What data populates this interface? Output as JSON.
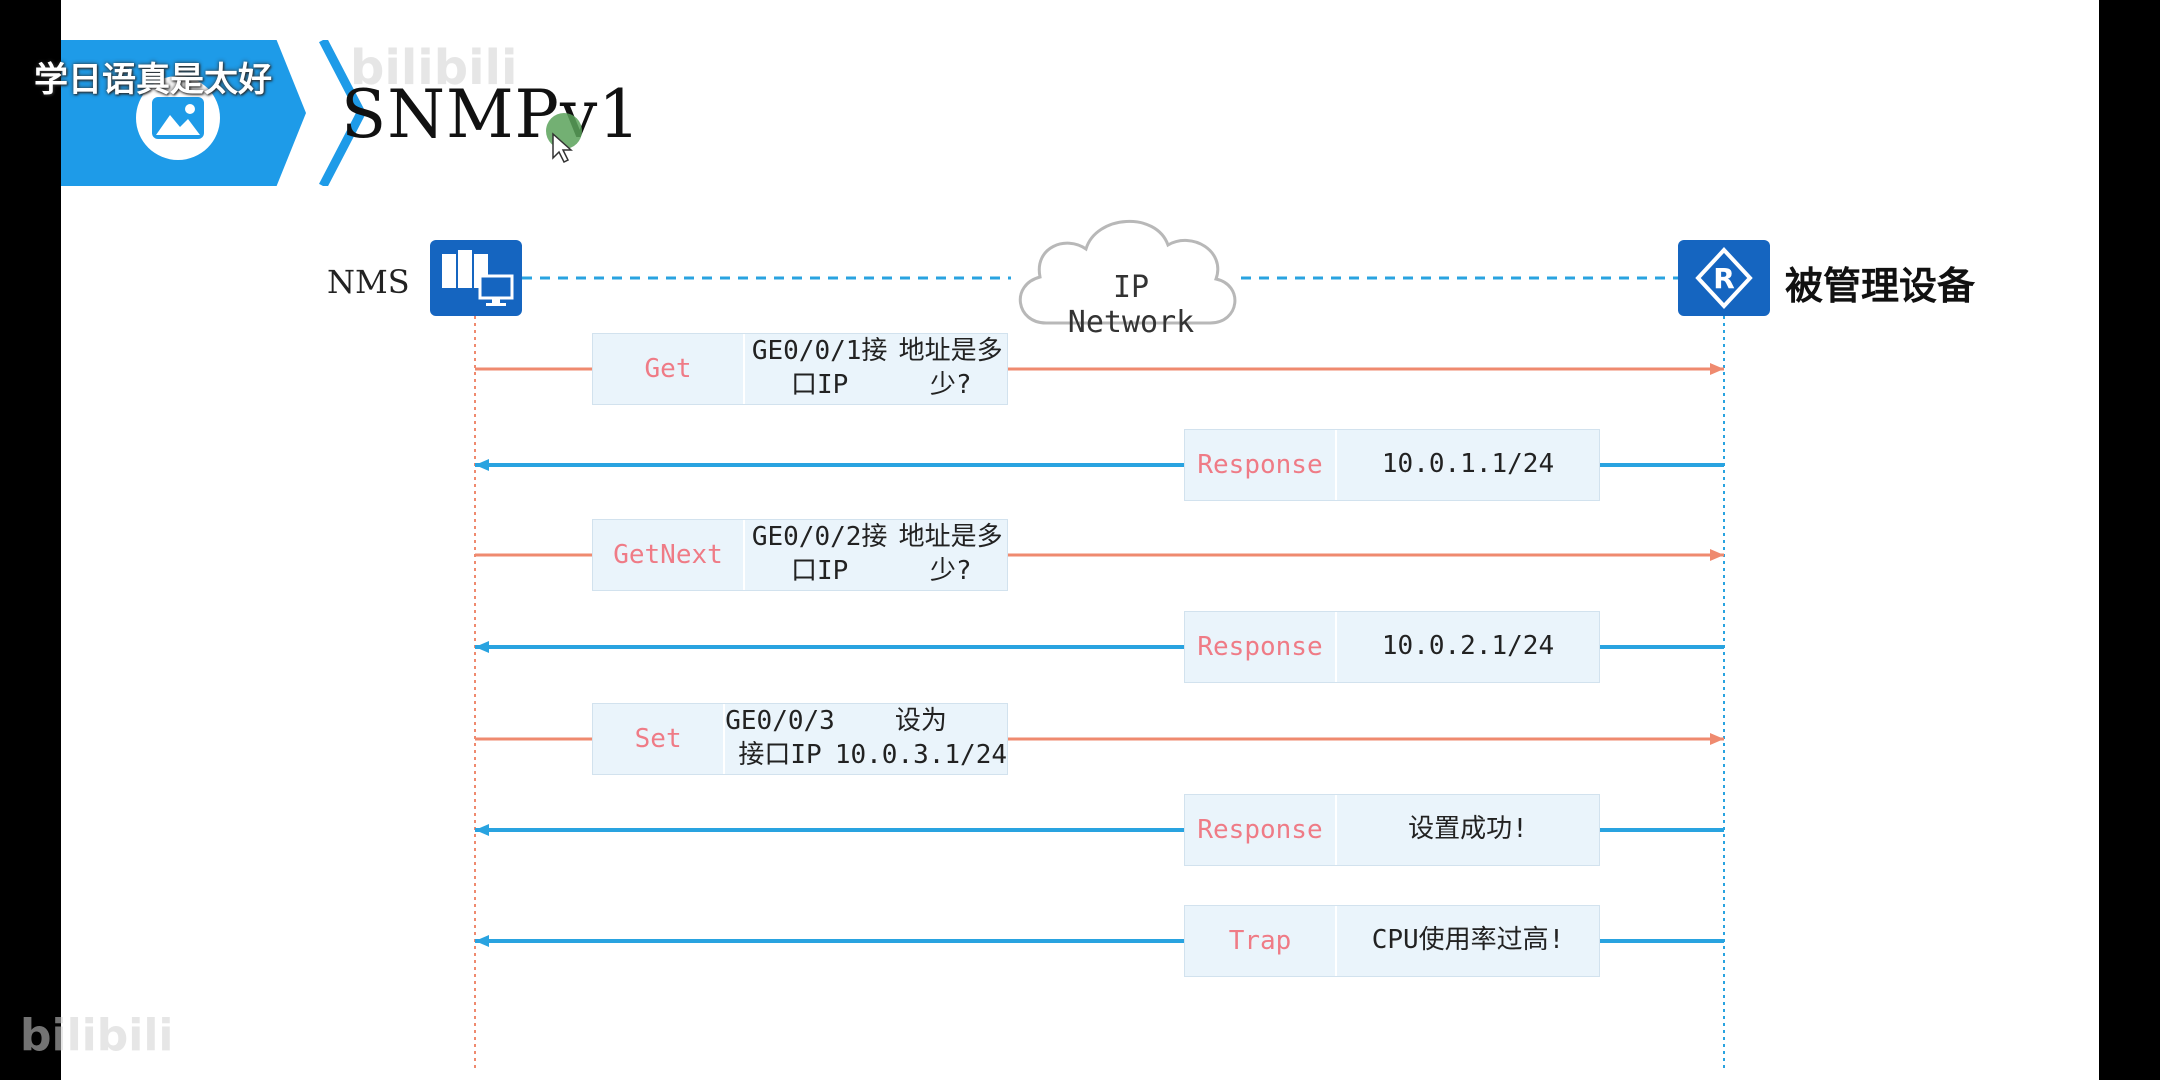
{
  "overlay_caption": "学日语真是太好",
  "watermark_top": "bilibili",
  "watermark_bottom": "bilibili",
  "slide": {
    "title": "SNMPv1",
    "header_icon": "image-icon"
  },
  "diagram": {
    "nms_label": "NMS",
    "device_label": "被管理设备",
    "network_label": "IP Network",
    "colors": {
      "request": "#ef8a6f",
      "response": "#29a3e0",
      "node": "#1565c0"
    },
    "messages": [
      {
        "type": "Get",
        "line1": "GE0/0/1接口IP",
        "line2": "地址是多少?",
        "direction": "to-device"
      },
      {
        "type": "Response",
        "line1": "10.0.1.1/24",
        "line2": "",
        "direction": "to-nms"
      },
      {
        "type": "GetNext",
        "line1": "GE0/0/2接口IP",
        "line2": "地址是多少?",
        "direction": "to-device"
      },
      {
        "type": "Response",
        "line1": "10.0.2.1/24",
        "line2": "",
        "direction": "to-nms"
      },
      {
        "type": "Set",
        "line1": "GE0/0/3接口IP",
        "line2": "设为10.0.3.1/24",
        "direction": "to-device"
      },
      {
        "type": "Response",
        "line1": "设置成功!",
        "line2": "",
        "direction": "to-nms"
      },
      {
        "type": "Trap",
        "line1": "CPU使用率过高!",
        "line2": "",
        "direction": "to-nms"
      }
    ]
  }
}
